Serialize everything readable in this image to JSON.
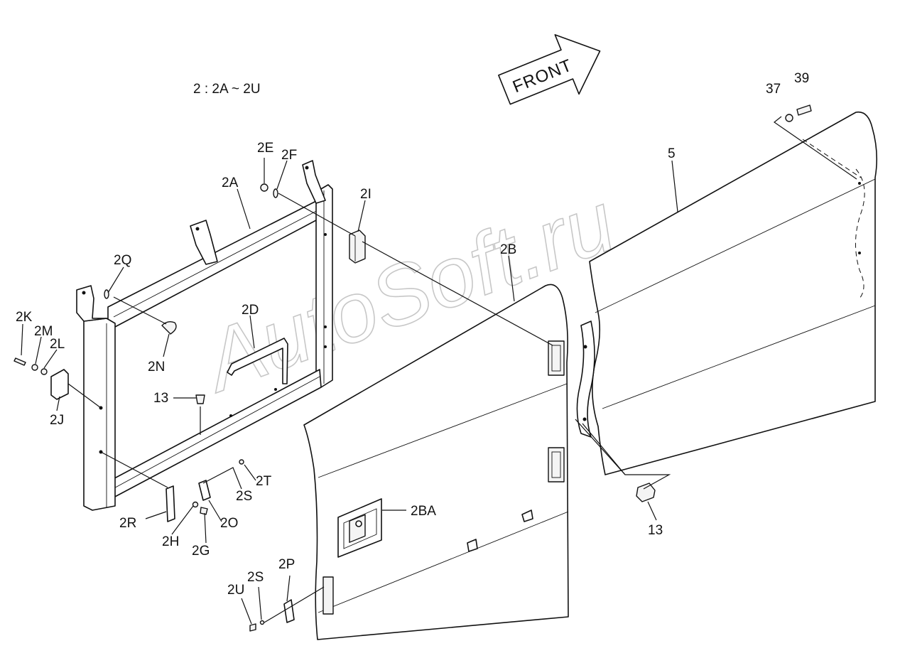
{
  "diagram": {
    "range_note": "2 : 2A ~ 2U",
    "front_label": "FRONT",
    "watermark": "AutoSoft.ru",
    "callouts": {
      "c37": "37",
      "c39": "39",
      "c5": "5",
      "c2E": "2E",
      "c2F": "2F",
      "c2A": "2A",
      "c2I": "2I",
      "c2B": "2B",
      "c2Q": "2Q",
      "c2D": "2D",
      "c2K": "2K",
      "c2M": "2M",
      "c2L": "2L",
      "c2N": "2N",
      "c2J": "2J",
      "c13a": "13",
      "c13b": "13",
      "c2T": "2T",
      "c2S": "2S",
      "c2O": "2O",
      "c2R": "2R",
      "c2H": "2H",
      "c2G": "2G",
      "c2BA": "2BA",
      "c2P": "2P",
      "c2S2": "2S",
      "c2U": "2U"
    }
  }
}
